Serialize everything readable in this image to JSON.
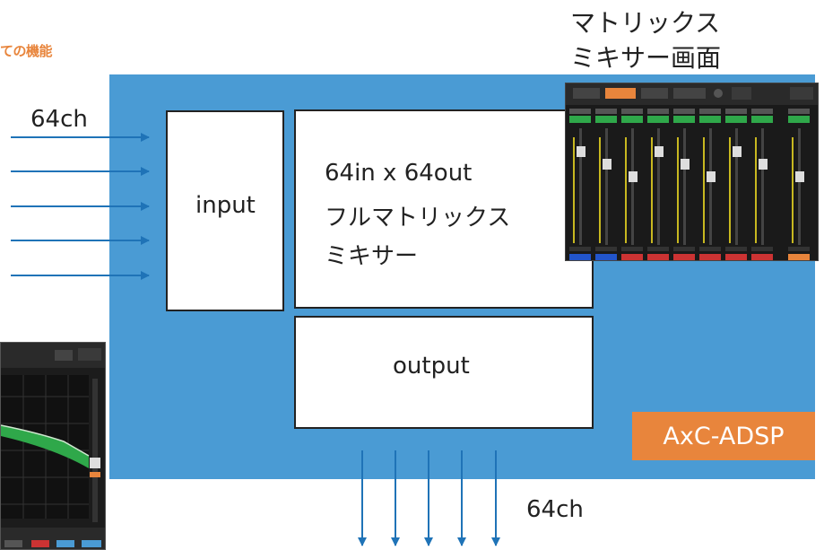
{
  "heading": "ての機能",
  "input_channels_label": "64ch",
  "output_channels_label": "64ch",
  "matrix_screen_caption": [
    "マトリックス",
    "ミキサー画面"
  ],
  "blocks": {
    "input": "input",
    "matrix": [
      "64in x 64out",
      "フルマトリックス",
      "ミキサー"
    ],
    "output": "output"
  },
  "device_badge": "AxC-ADSP",
  "colors": {
    "block_blue": "#4a9bd4",
    "arrow_blue": "#1f73b7",
    "accent_orange": "#e8853c"
  },
  "icons": [
    "arrow-right-icon",
    "arrow-down-icon"
  ]
}
